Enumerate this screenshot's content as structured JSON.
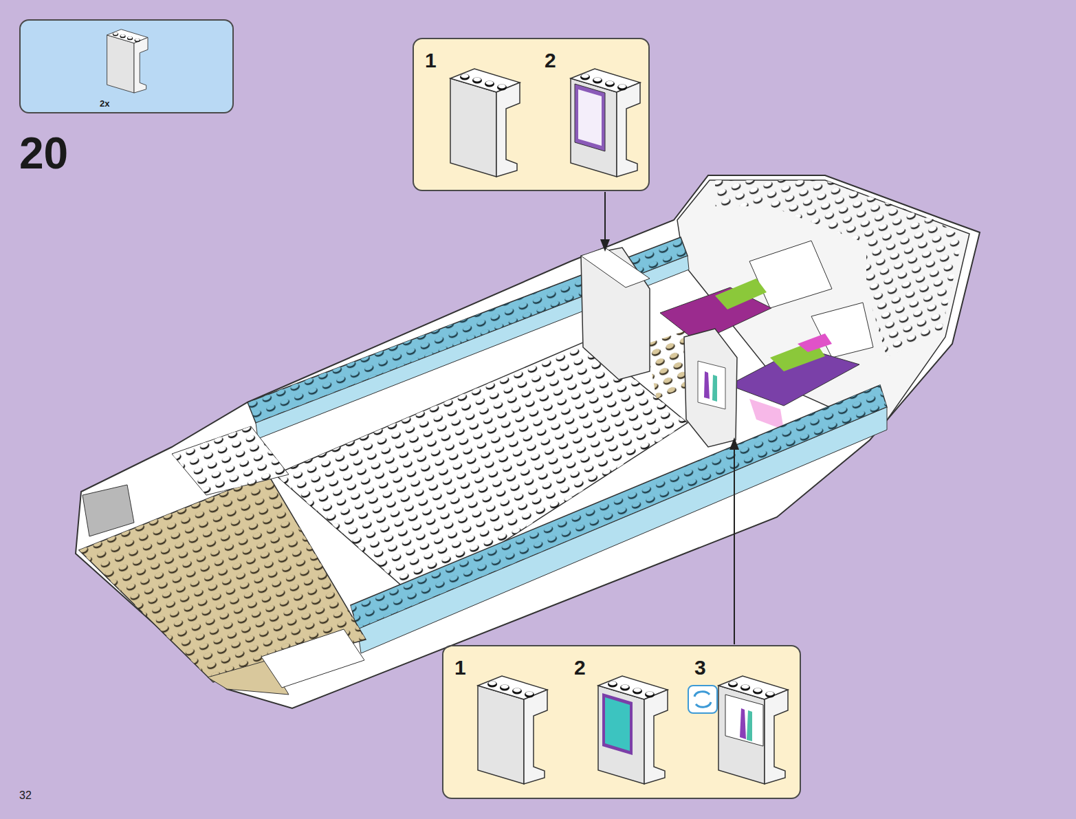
{
  "diagram": {
    "nodes": [
      {
        "text": [
          "2x"
        ]
      },
      {
        "text": [
          "1",
          "2"
        ]
      },
      {
        "text": [
          "1",
          "2",
          "3"
        ]
      }
    ],
    "labels": [
      "20",
      "32"
    ]
  }
}
